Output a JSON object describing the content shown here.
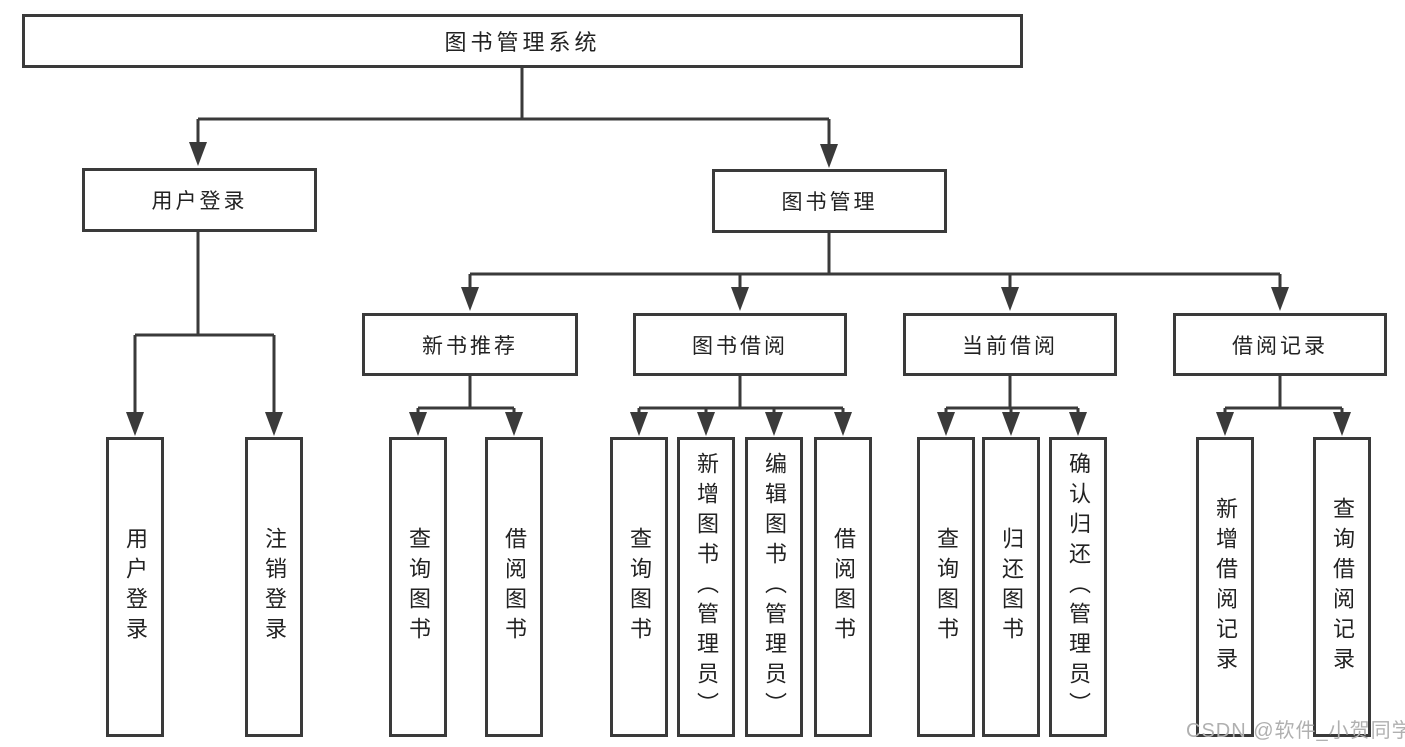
{
  "diagram": {
    "root": {
      "label": "图书管理系统"
    },
    "user_login": {
      "label": "用户登录",
      "children": [
        "用户登录",
        "注销登录"
      ]
    },
    "book_mgmt": {
      "label": "图书管理",
      "modules": [
        {
          "label": "新书推荐",
          "children": [
            "查询图书",
            "借阅图书"
          ]
        },
        {
          "label": "图书借阅",
          "children": [
            "查询图书",
            "新增图书（管理员）",
            "编辑图书（管理员）",
            "借阅图书"
          ]
        },
        {
          "label": "当前借阅",
          "children": [
            "查询图书",
            "归还图书",
            "确认归还（管理员）"
          ]
        },
        {
          "label": "借阅记录",
          "children": [
            "新增借阅记录",
            "查询借阅记录"
          ]
        }
      ]
    }
  },
  "watermark": {
    "text": "CSDN @软件_小贺同学"
  },
  "colors": {
    "line": "#3a3a3a",
    "text": "#222222",
    "watermark": "#b0b0b0",
    "background": "#ffffff"
  }
}
